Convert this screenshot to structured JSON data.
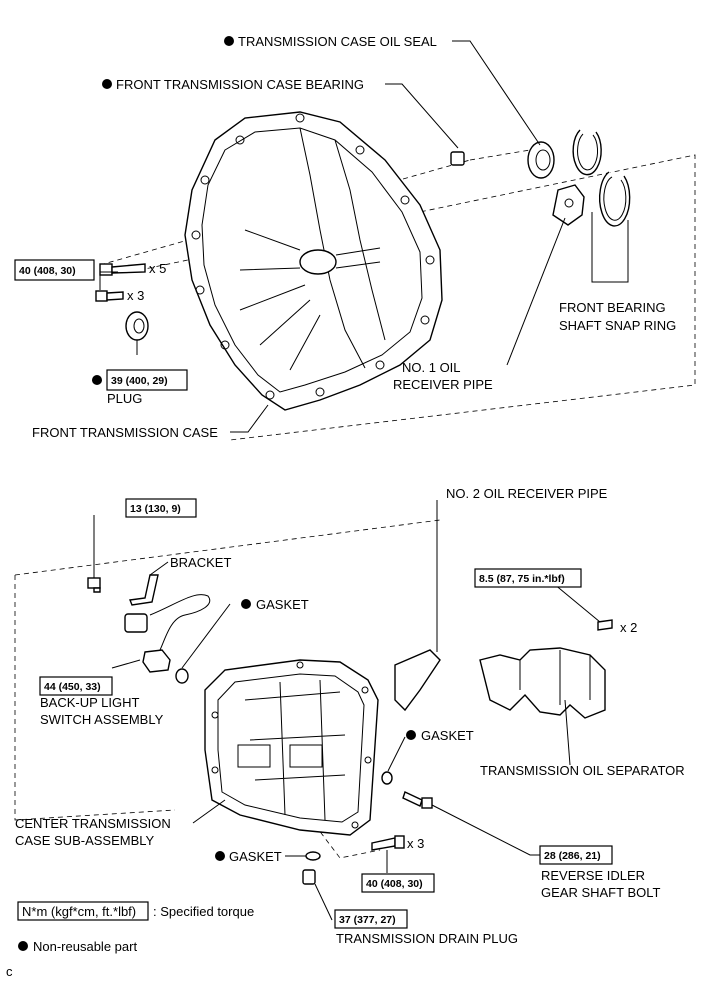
{
  "labels": {
    "case_oil_seal": "TRANSMISSION CASE OIL SEAL",
    "front_case_bearing": "FRONT TRANSMISSION CASE BEARING",
    "x5": "x 5",
    "x3_top": "x 3",
    "snap_ring_1": "FRONT BEARING",
    "snap_ring_2": "SHAFT SNAP RING",
    "oil_pipe_1": "NO. 1 OIL",
    "oil_pipe_2": "RECEIVER PIPE",
    "plug": "PLUG",
    "front_case": "FRONT TRANSMISSION CASE",
    "no2_pipe": "NO. 2 OIL RECEIVER PIPE",
    "bracket": "BRACKET",
    "gasket_1": "GASKET",
    "x2": "x 2",
    "backup_1": "BACK-UP LIGHT",
    "backup_2": "SWITCH ASSEMBLY",
    "gasket_2": "GASKET",
    "separator": "TRANSMISSION OIL SEPARATOR",
    "center_case_1": "CENTER TRANSMISSION",
    "center_case_2": "CASE SUB-ASSEMBLY",
    "gasket_3": "GASKET",
    "x3_bottom": "x 3",
    "idler_1": "REVERSE IDLER",
    "idler_2": "GEAR SHAFT BOLT",
    "drain_plug": "TRANSMISSION DRAIN PLUG",
    "legend_torque_desc": ": Specified torque",
    "legend_nonreusable": "Non-reusable part",
    "corner_code": "c"
  },
  "torque": {
    "t40_top": "40 (408, 30)",
    "t39": "39 (400, 29)",
    "t13": "13 (130, 9)",
    "t85": "8.5 (87, 75 in.*lbf)",
    "t44": "44 (450, 33)",
    "t28": "28 (286, 21)",
    "t40_bottom": "40 (408, 30)",
    "t37": "37 (377, 27)",
    "legend": "N*m (kgf*cm, ft.*lbf)"
  }
}
